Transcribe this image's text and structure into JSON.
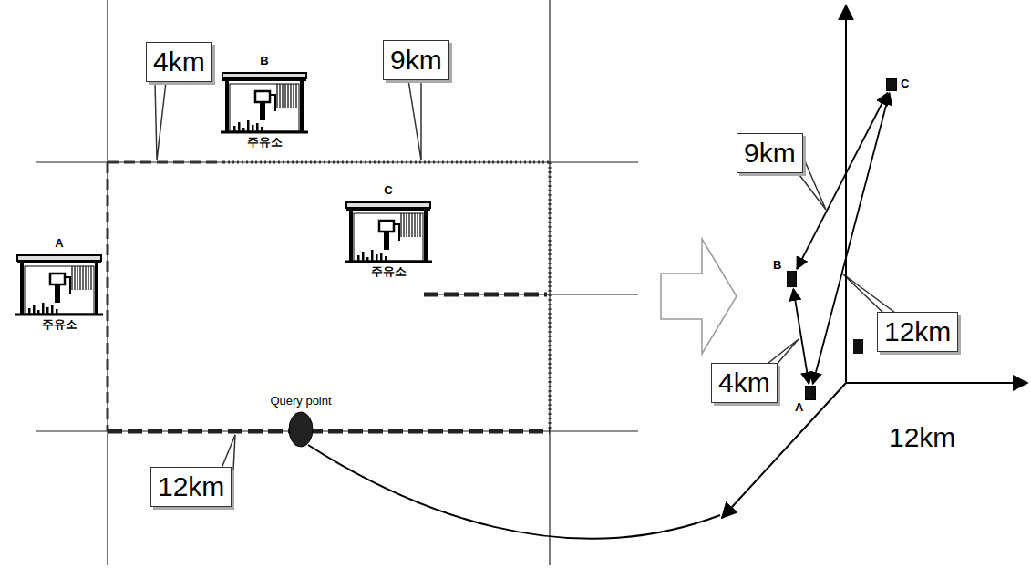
{
  "diagram": {
    "nodes": [
      {
        "text": [
          "B",
          "주유소"
        ]
      },
      {
        "text": [
          "C",
          "주유소"
        ]
      },
      {
        "text": [
          "A",
          "주유소"
        ]
      },
      {
        "text": [
          "Query point"
        ]
      },
      {
        "text": [
          "B"
        ]
      },
      {
        "text": [
          "C"
        ]
      },
      {
        "text": [
          "A"
        ]
      }
    ],
    "edges": [
      {
        "from": 4,
        "to": 6,
        "arrow": "both"
      },
      {
        "from": 4,
        "to": 5,
        "arrow": "both"
      },
      {
        "from": 6,
        "to": 5,
        "arrow": "both"
      }
    ],
    "labels": [
      "4km",
      "9km",
      "12km",
      "9km",
      "12km",
      "4km",
      "12km"
    ]
  }
}
